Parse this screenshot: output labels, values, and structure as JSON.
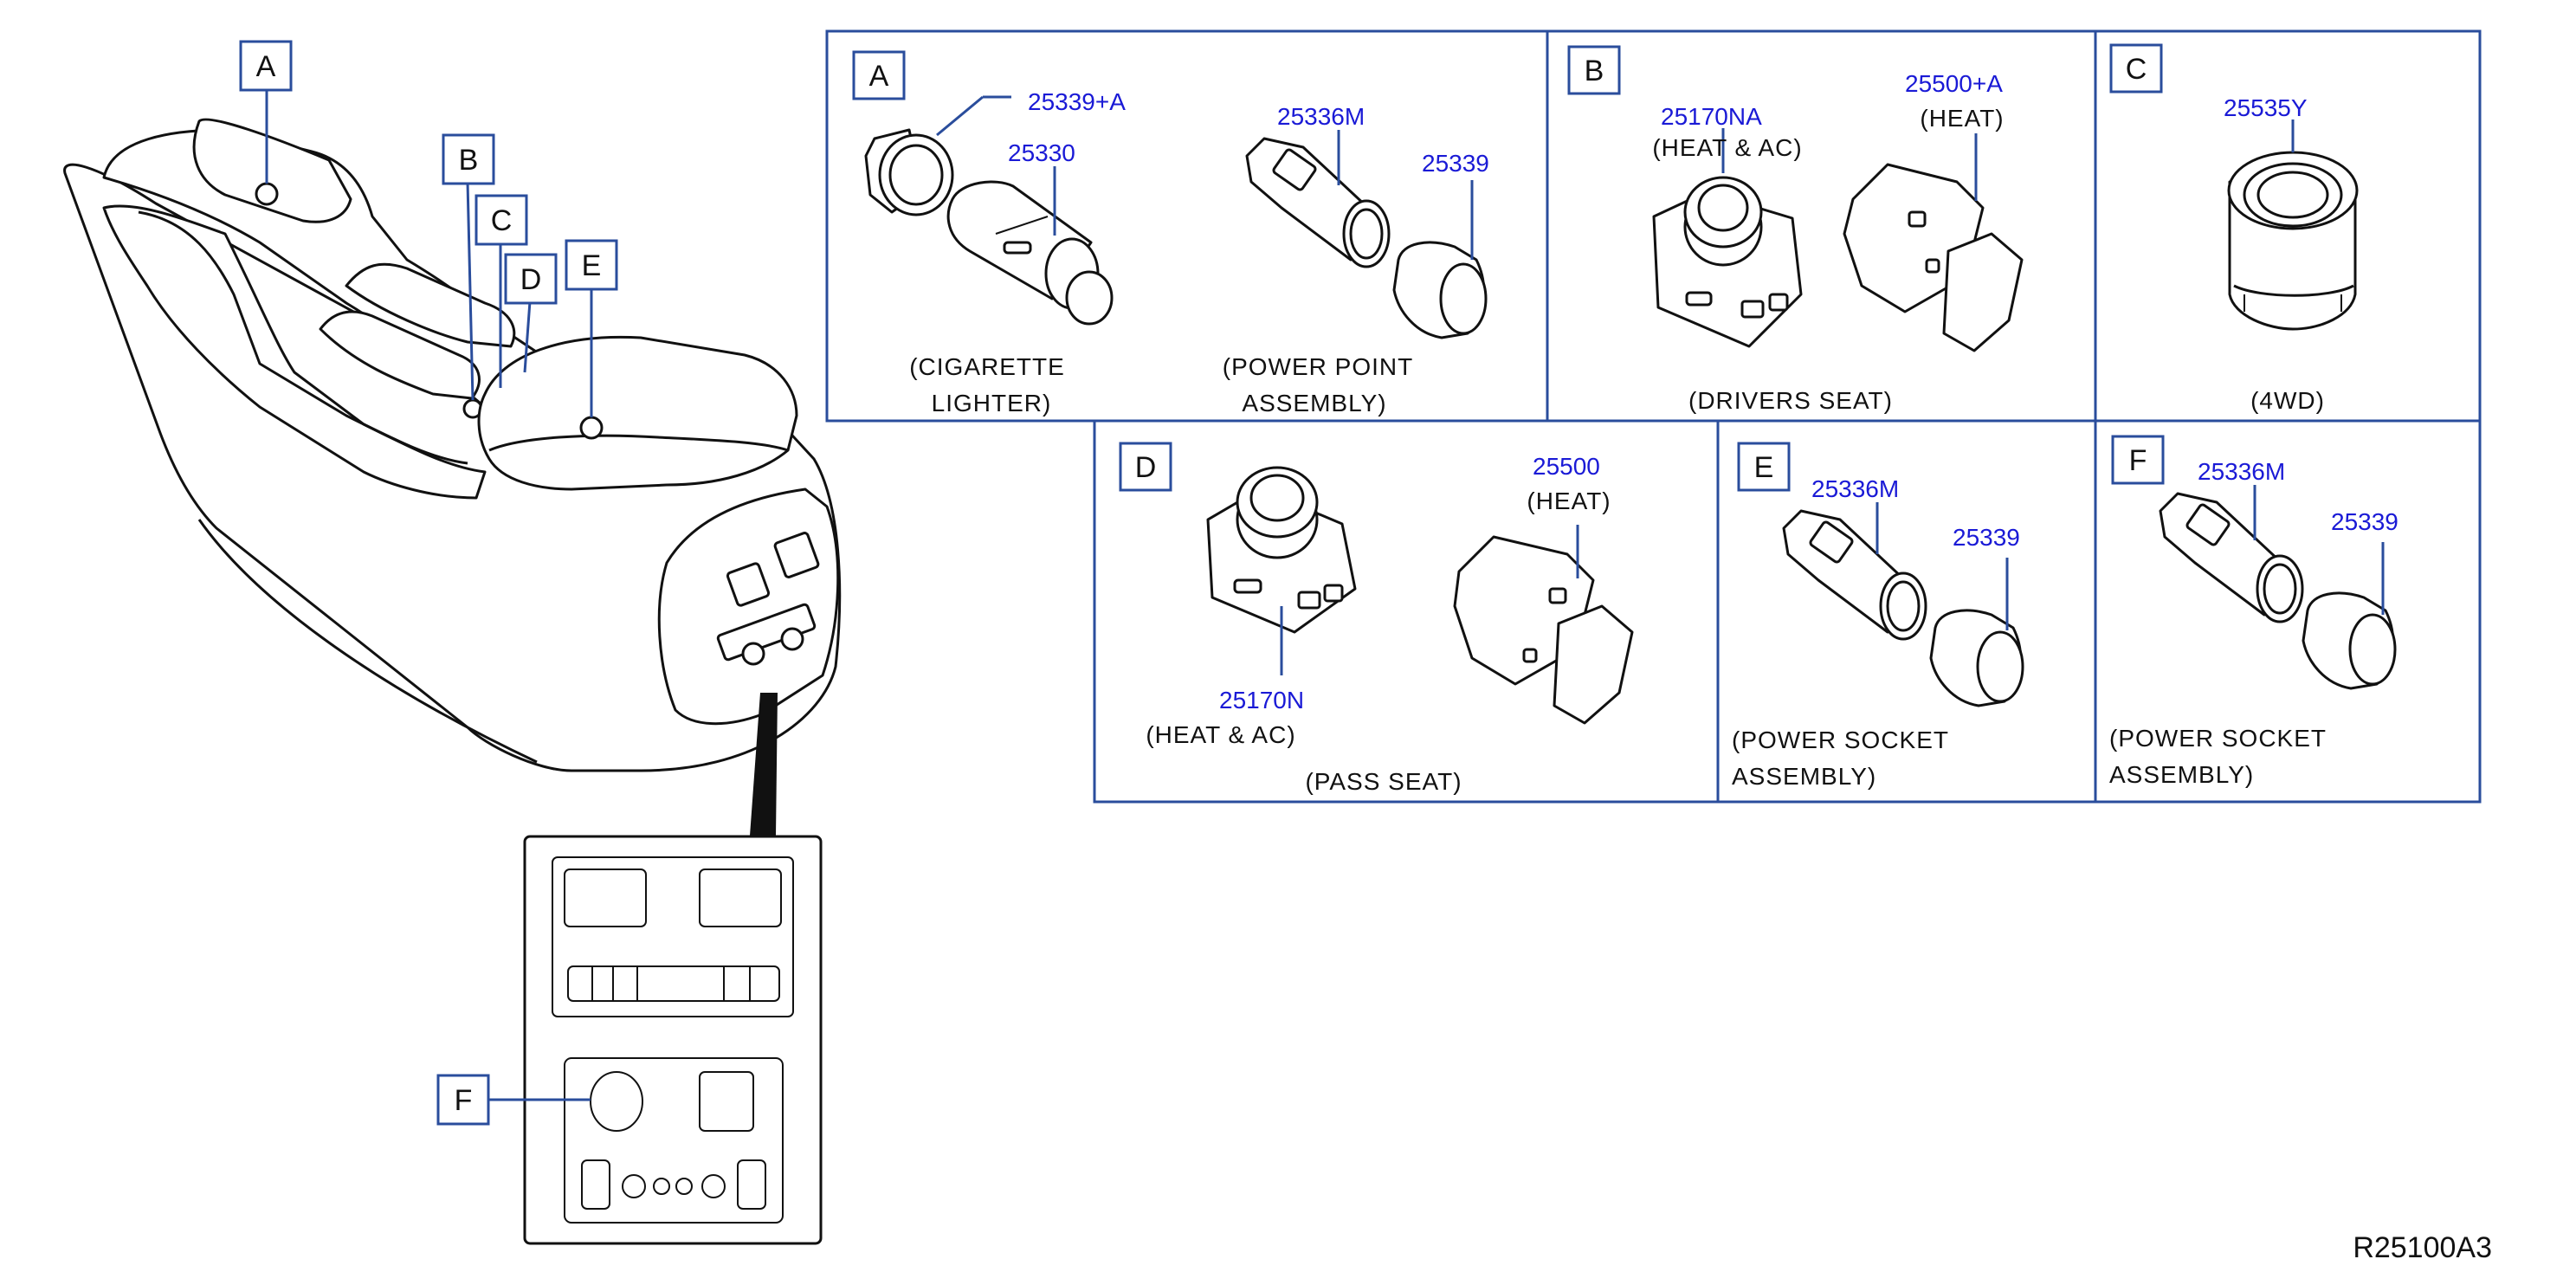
{
  "diagram_ref": "R25100A3",
  "console_callouts": [
    "A",
    "B",
    "C",
    "D",
    "E",
    "F"
  ],
  "panels": {
    "A": {
      "letter": "A",
      "parts": [
        "25339+A",
        "25330",
        "25336M",
        "25339"
      ],
      "captions": {
        "left_1": "(CIGARETTE",
        "left_2": "LIGHTER)",
        "right_1": "(POWER   POINT",
        "right_2": "ASSEMBLY)"
      }
    },
    "B": {
      "letter": "B",
      "parts": [
        "25170NA",
        "25500+A"
      ],
      "notes": {
        "left": "(HEAT   &   AC)",
        "right": "(HEAT)"
      },
      "caption": "(DRIVERS   SEAT)"
    },
    "C": {
      "letter": "C",
      "parts": [
        "25535Y"
      ],
      "caption": "(4WD)"
    },
    "D": {
      "letter": "D",
      "parts": [
        "25170N",
        "25500"
      ],
      "notes": {
        "left": "(HEAT   &   AC)",
        "right": "(HEAT)"
      },
      "caption": "(PASS   SEAT)"
    },
    "E": {
      "letter": "E",
      "parts": [
        "25336M",
        "25339"
      ],
      "caption_1": "(POWER   SOCKET",
      "caption_2": "ASSEMBLY)"
    },
    "F": {
      "letter": "F",
      "parts": [
        "25336M",
        "25339"
      ],
      "caption_1": "(POWER   SOCKET",
      "caption_2": "ASSEMBLY)"
    }
  }
}
